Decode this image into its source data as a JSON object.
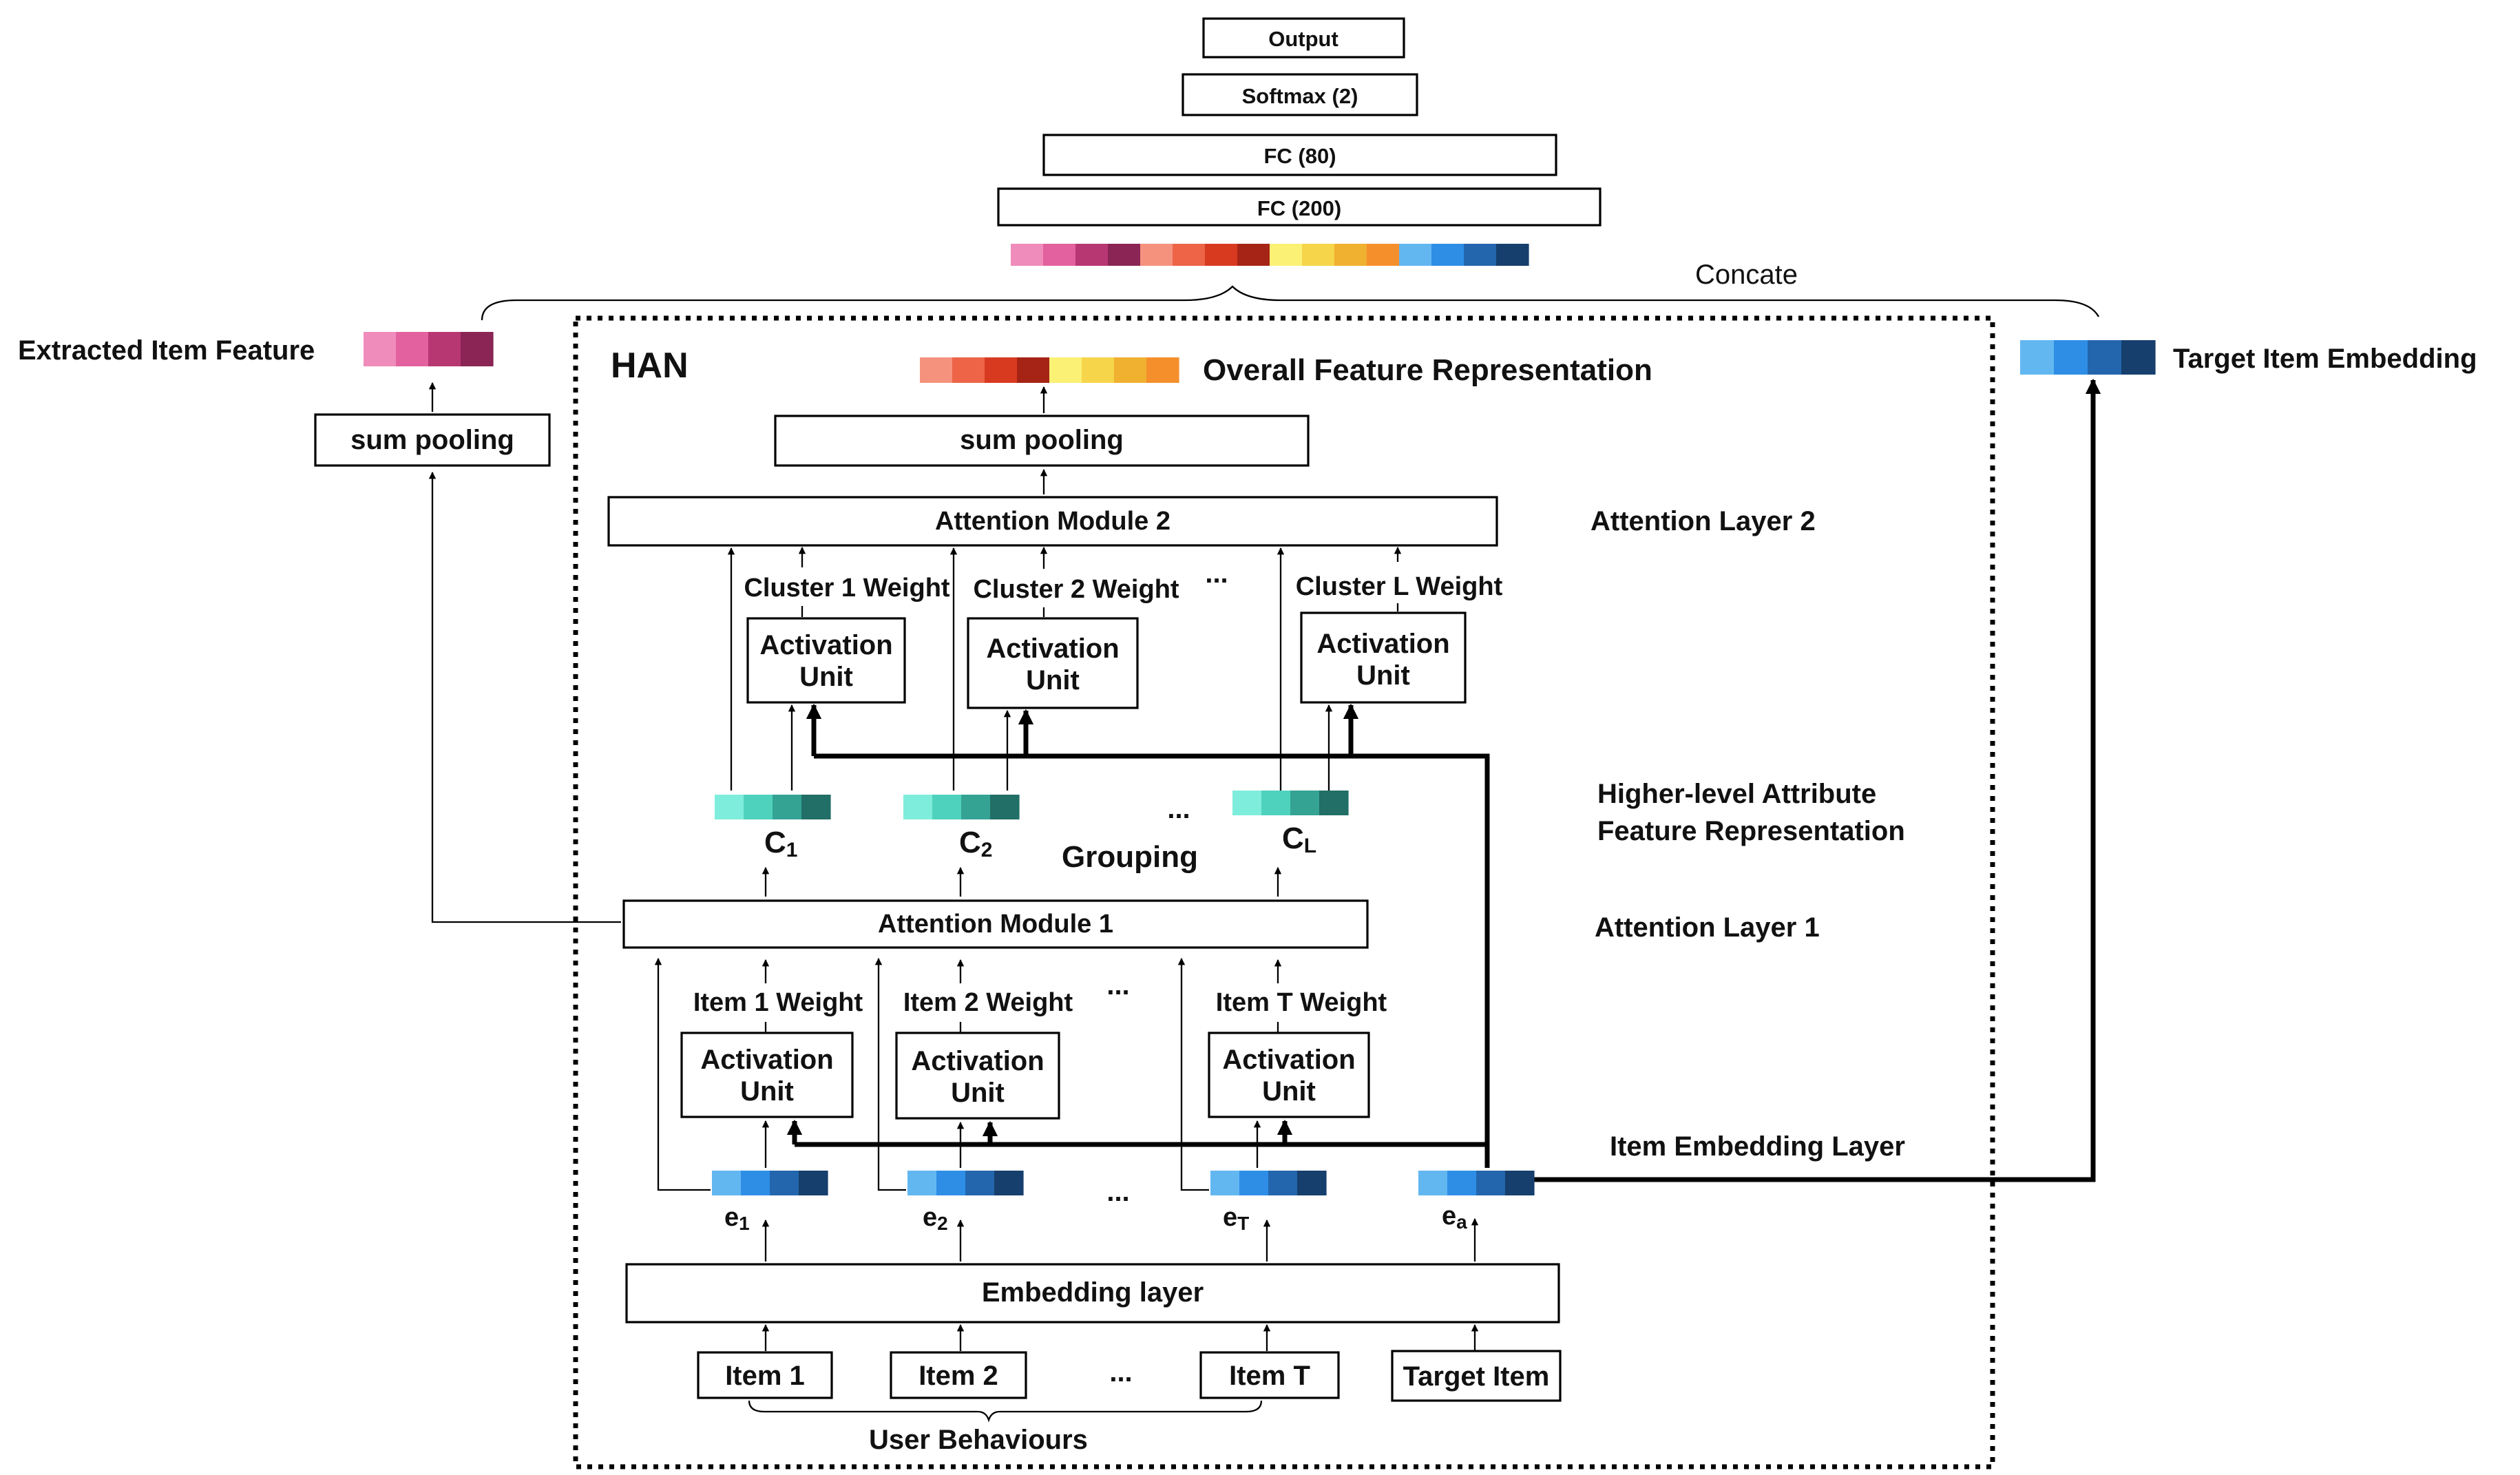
{
  "top_stack": [
    "Output",
    "Softmax (2)",
    "FC (80)",
    "FC (200)"
  ],
  "concat_label": "Concate",
  "extracted_item_feature": "Extracted Item Feature",
  "target_item_embedding": "Target Item Embedding",
  "han_label": "HAN",
  "overall_feature": "Overall Feature Representation",
  "sum_pooling": "sum pooling",
  "attention_module_2": "Attention Module 2",
  "attention_layer_2": "Attention Layer 2",
  "cluster_weights": [
    "Cluster 1 Weight",
    "Cluster 2 Weight",
    "Cluster L Weight"
  ],
  "activation_line1": "Activation",
  "activation_line2": "Unit",
  "cluster_labels": [
    {
      "base": "C",
      "sub": "1"
    },
    {
      "base": "C",
      "sub": "2"
    },
    {
      "base": "C",
      "sub": "L"
    }
  ],
  "grouping": "Grouping",
  "higher_level_line1": "Higher-level Attribute",
  "higher_level_line2": "Feature Representation",
  "attention_module_1": "Attention Module 1",
  "attention_layer_1": "Attention Layer 1",
  "item_weights": [
    "Item 1 Weight",
    "Item 2 Weight",
    "Item T Weight"
  ],
  "item_embedding_layer": "Item Embedding Layer",
  "embedding_labels": [
    {
      "base": "e",
      "sub": "1"
    },
    {
      "base": "e",
      "sub": "2"
    },
    {
      "base": "e",
      "sub": "T"
    },
    {
      "base": "e",
      "sub": "a"
    }
  ],
  "embedding_layer": "Embedding layer",
  "items": [
    "Item 1",
    "Item 2",
    "Item T",
    "Target Item"
  ],
  "user_behaviours": "User Behaviours",
  "ellipsis": "...",
  "colors": {
    "pink": [
      "#f08cbc",
      "#e2619e",
      "#b73773",
      "#8a2555"
    ],
    "red": [
      "#f5927e",
      "#ed6447",
      "#d83a20",
      "#a62415"
    ],
    "yellow": [
      "#faf175",
      "#f6d54a",
      "#f0b030",
      "#f58f2b"
    ],
    "blue": [
      "#63b7f1",
      "#2e8ee6",
      "#2366ad",
      "#163f6d"
    ],
    "teal": [
      "#7feddc",
      "#4fd2bd",
      "#34a393",
      "#216f66"
    ]
  }
}
